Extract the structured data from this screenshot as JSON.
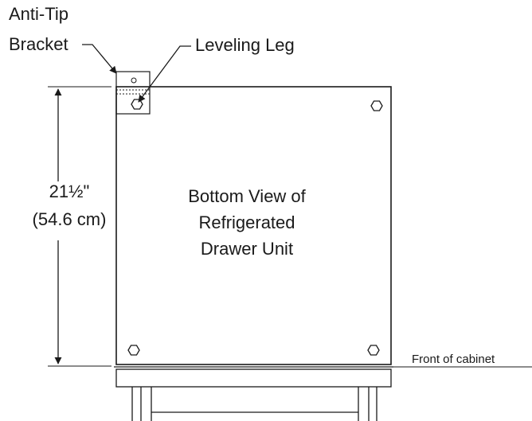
{
  "labels": {
    "anti_tip_line1": "Anti-Tip",
    "anti_tip_line2": "Bracket",
    "leveling_leg": "Leveling Leg",
    "dim_imperial": "21½\"",
    "dim_metric": "(54.6 cm)",
    "title_line1": "Bottom View of",
    "title_line2": "Refrigerated",
    "title_line3": "Drawer Unit",
    "front_of_cabinet": "Front of cabinet"
  },
  "colors": {
    "line": "#1a1a1a",
    "background": "#ffffff"
  }
}
